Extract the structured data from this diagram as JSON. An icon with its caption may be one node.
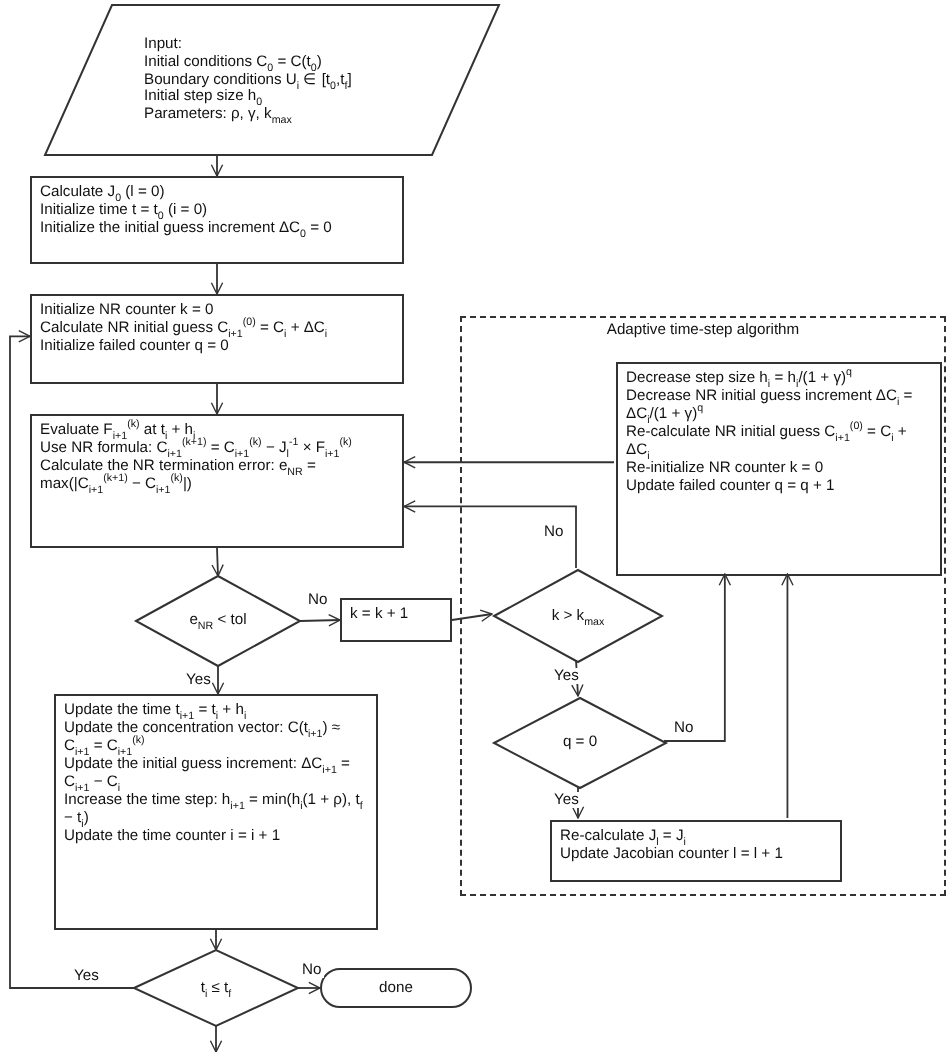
{
  "diagram": {
    "nodes": [
      {
        "text": [
          "Input:",
          "Initial conditions C$_{0}$ = C(t$_{0}$)",
          "Boundary conditions U$_{i}$ ∈ [t$_{0}$,t$_{f}$]",
          "Initial step size h$_{0}$",
          "Parameters: ρ, γ, k$_{max}$"
        ]
      },
      {
        "text": [
          "Calculate J$_{0}$ (l = 0)",
          "Initialize time t = t$_{0}$ (i = 0)",
          "Initialize the initial guess increment ΔC$_{0}$ = 0"
        ]
      },
      {
        "text": [
          "Initialize NR counter k = 0",
          "Calculate NR initial guess C$_{i+1}$$^{(0)}$ = C$_{i}$ + ΔC$_{i}$",
          "Initialize failed counter q = 0"
        ]
      },
      {
        "text": [
          "Evaluate F$_{i+1}$$^{(k)}$ at t$_{i}$ + h$_{i}$",
          "Use NR formula: C$_{i+1}$$^{(k+1)}$ = C$_{i+1}$$^{(k)}$ − J$_{l}$$^{-1}$ × F$_{i+1}$$^{(k)}$",
          "Calculate the NR termination error: e$_{NR}$ = max(|C$_{i+1}$$^{(k+1)}$ − C$_{i+1}$$^{(k)}$|)"
        ]
      },
      {
        "text": [
          "e$_{NR}$ < tol"
        ]
      },
      {
        "text": [
          "k = k + 1"
        ]
      },
      {
        "text": [
          "Adaptive time-step algorithm"
        ]
      },
      {
        "text": [
          "k > k$_{max}$"
        ],
        "in": 6
      },
      {
        "text": [
          "Decrease step size h$_{i}$ = h$_{i}$/(1 + γ)$^{q}$",
          "Decrease NR initial guess increment ΔC$_{i}$ = ΔC$_{i}$/(1 + γ)$^{q}$",
          "Re-calculate NR initial guess C$_{i+1}$$^{(0)}$ = C$_{i}$ + ΔC$_{i}$",
          "Re-initialize NR counter k = 0",
          "Update failed counter q = q + 1"
        ],
        "in": 6
      },
      {
        "text": [
          "q = 0"
        ],
        "in": 6
      },
      {
        "text": [
          "Re-calculate J$_{l}$ = J$_{i}$",
          "Update Jacobian counter l = l + 1"
        ],
        "in": 6
      },
      {
        "text": [
          "Update the time t$_{i+1}$ = t$_{i}$ + h$_{i}$",
          "Update the concentration vector: C(t$_{i+1}$) ≈ C$_{i+1}$ = C$_{i+1}$$^{(k)}$",
          "Update the initial guess increment: ΔC$_{i+1}$ = C$_{i+1}$ − C$_{i}$",
          "Increase the time step: h$_{i+1}$ = min(h$_{i}$(1 + ρ), t$_{f}$ − t$_{i}$)",
          "Update the time counter i = i + 1"
        ]
      },
      {
        "text": [
          "t$_{i}$ ≤ t$_{f}$"
        ]
      },
      {
        "text": [
          "done"
        ]
      }
    ],
    "edges": [
      {
        "from": 0,
        "to": 1,
        "arrow": "to"
      },
      {
        "from": 1,
        "to": 2,
        "arrow": "to"
      },
      {
        "from": 2,
        "to": 3,
        "arrow": "to"
      },
      {
        "from": 3,
        "to": 4,
        "arrow": "to"
      },
      {
        "from": 4,
        "to": 5,
        "arrow": "to",
        "label": "No"
      },
      {
        "from": 5,
        "to": 7,
        "arrow": "to"
      },
      {
        "from": 7,
        "to": 3,
        "arrow": "to",
        "label": "No"
      },
      {
        "from": 8,
        "to": 3,
        "arrow": "to"
      },
      {
        "from": 7,
        "to": 9,
        "arrow": "to",
        "label": "Yes"
      },
      {
        "from": 9,
        "to": 8,
        "arrow": "to",
        "label": "No"
      },
      {
        "from": 9,
        "to": 10,
        "arrow": "to",
        "label": "Yes"
      },
      {
        "from": 10,
        "to": 8,
        "arrow": "to"
      },
      {
        "from": 4,
        "to": 11,
        "arrow": "to",
        "label": "Yes"
      },
      {
        "from": 11,
        "to": 12,
        "arrow": "to"
      },
      {
        "from": 12,
        "to": 13,
        "arrow": "to",
        "label": "No"
      },
      {
        "from": 12,
        "to": 2,
        "arrow": "to",
        "label": "Yes"
      },
      {
        "from": 12,
        "to": null,
        "arrow": "to"
      }
    ]
  }
}
